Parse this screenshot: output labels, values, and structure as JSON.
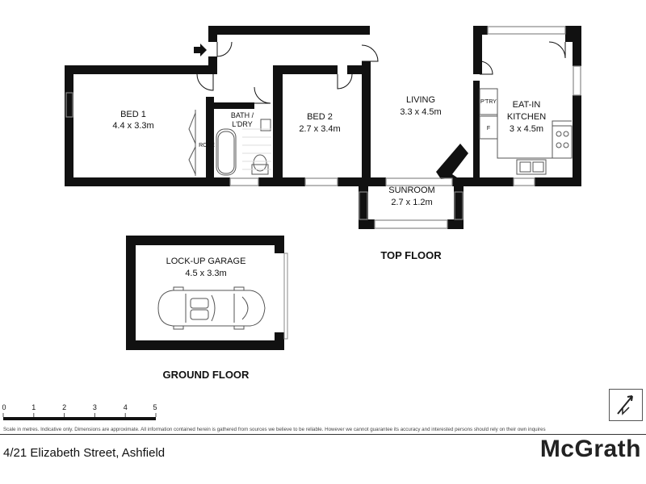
{
  "rooms": {
    "bed1": {
      "name": "BED 1",
      "dims": "4.4 x 3.3m"
    },
    "bed2": {
      "name": "BED 2",
      "dims": "2.7 x 3.4m"
    },
    "bath": {
      "line1": "BATH /",
      "line2": "L'DRY"
    },
    "robe": "ROBE",
    "living": {
      "name": "LIVING",
      "dims": "3.3 x 4.5m"
    },
    "pantry": "P'TRY",
    "fridge": "F",
    "kitchen": {
      "line1": "EAT-IN",
      "line2": "KITCHEN",
      "dims": "3 x 4.5m"
    },
    "sunroom": {
      "name": "SUNROOM",
      "dims": "2.7 x 1.2m"
    },
    "garage": {
      "name": "LOCK-UP GARAGE",
      "dims": "4.5 x 3.3m"
    }
  },
  "floors": {
    "top": "TOP FLOOR",
    "ground": "GROUND FLOOR"
  },
  "scale": {
    "labels": [
      "0",
      "1",
      "2",
      "3",
      "4",
      "5"
    ]
  },
  "disclaimer": "Scale in metres. Indicative only. Dimensions are approximate. All information contained herein is gathered from sources we believe to be reliable. However we cannot guarantee its accuracy and interested persons should rely on their own inquires",
  "address": "4/21 Elizabeth Street, Ashfield",
  "brand": "McGrath",
  "colors": {
    "wall": "#111111",
    "fixture": "#555555",
    "window": "#888888"
  }
}
